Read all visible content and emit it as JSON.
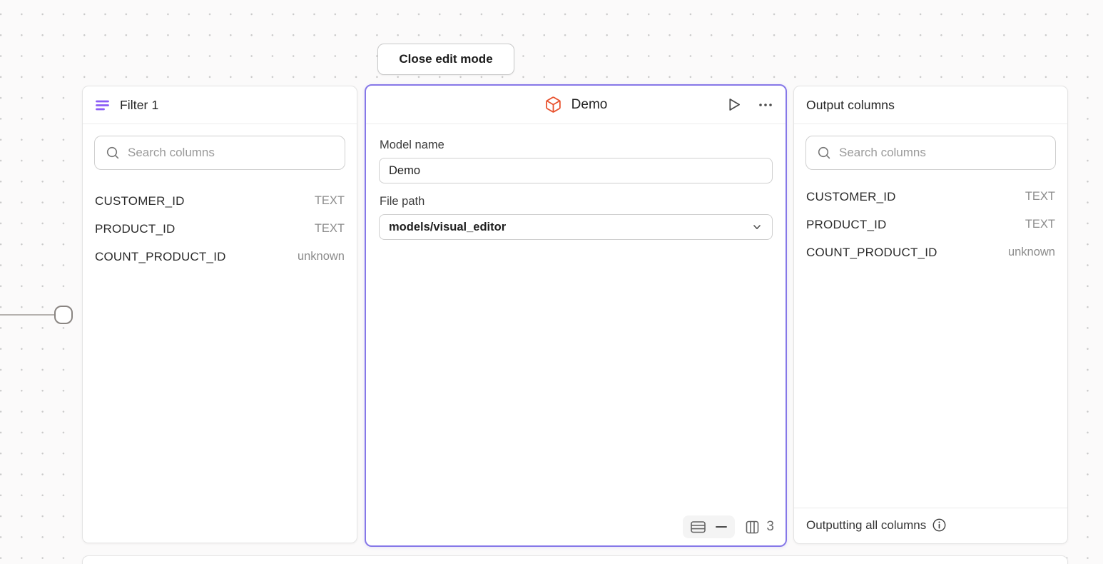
{
  "toolbar": {
    "close_edit_mode": "Close edit mode"
  },
  "filter_panel": {
    "title": "Filter 1",
    "search_placeholder": "Search columns",
    "columns": [
      {
        "name": "CUSTOMER_ID",
        "type": "TEXT"
      },
      {
        "name": "PRODUCT_ID",
        "type": "TEXT"
      },
      {
        "name": "COUNT_PRODUCT_ID",
        "type": "unknown"
      }
    ]
  },
  "model_panel": {
    "title": "Demo",
    "fields": {
      "model_name_label": "Model name",
      "model_name_value": "Demo",
      "file_path_label": "File path",
      "file_path_value": "models/visual_editor"
    },
    "footer": {
      "column_count": "3"
    }
  },
  "output_panel": {
    "title": "Output columns",
    "search_placeholder": "Search columns",
    "columns": [
      {
        "name": "CUSTOMER_ID",
        "type": "TEXT"
      },
      {
        "name": "PRODUCT_ID",
        "type": "TEXT"
      },
      {
        "name": "COUNT_PRODUCT_ID",
        "type": "unknown"
      }
    ],
    "footer_text": "Outputting all columns"
  },
  "colors": {
    "accent_purple": "#8678e8",
    "filter_icon_purple": "#8b5cf6",
    "model_icon_orange": "#e8502c"
  }
}
